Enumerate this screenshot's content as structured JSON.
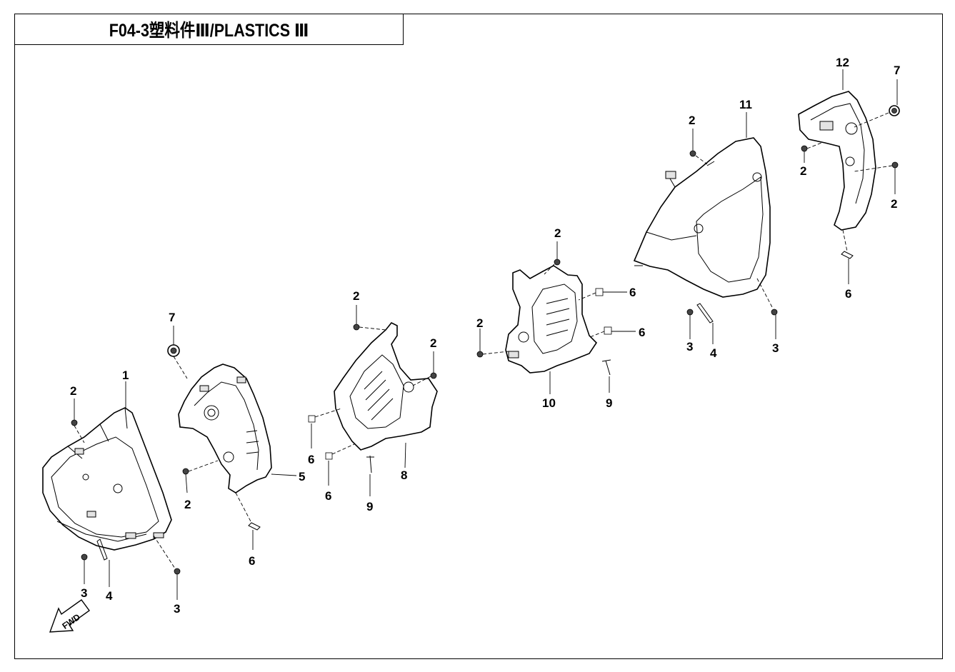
{
  "title": "F04-3塑料件Ⅲ/PLASTICS Ⅲ",
  "fwd_label": "FWD",
  "callouts": [
    {
      "id": "c1",
      "label": "1"
    },
    {
      "id": "c2a",
      "label": "2"
    },
    {
      "id": "c3a",
      "label": "3"
    },
    {
      "id": "c4a",
      "label": "4"
    },
    {
      "id": "c3b",
      "label": "3"
    },
    {
      "id": "c7a",
      "label": "7"
    },
    {
      "id": "c2b",
      "label": "2"
    },
    {
      "id": "c5",
      "label": "5"
    },
    {
      "id": "c6a",
      "label": "6"
    },
    {
      "id": "c2c",
      "label": "2"
    },
    {
      "id": "c2d",
      "label": "2"
    },
    {
      "id": "c6b",
      "label": "6"
    },
    {
      "id": "c6c",
      "label": "6"
    },
    {
      "id": "c9a",
      "label": "9"
    },
    {
      "id": "c8",
      "label": "8"
    },
    {
      "id": "c2e",
      "label": "2"
    },
    {
      "id": "c2f",
      "label": "2"
    },
    {
      "id": "c6d",
      "label": "6"
    },
    {
      "id": "c6e",
      "label": "6"
    },
    {
      "id": "c10",
      "label": "10"
    },
    {
      "id": "c9b",
      "label": "9"
    },
    {
      "id": "c2g",
      "label": "2"
    },
    {
      "id": "c11",
      "label": "11"
    },
    {
      "id": "c3c",
      "label": "3"
    },
    {
      "id": "c4b",
      "label": "4"
    },
    {
      "id": "c3d",
      "label": "3"
    },
    {
      "id": "c12",
      "label": "12"
    },
    {
      "id": "c7b",
      "label": "7"
    },
    {
      "id": "c2h",
      "label": "2"
    },
    {
      "id": "c2i",
      "label": "2"
    },
    {
      "id": "c6f",
      "label": "6"
    }
  ]
}
